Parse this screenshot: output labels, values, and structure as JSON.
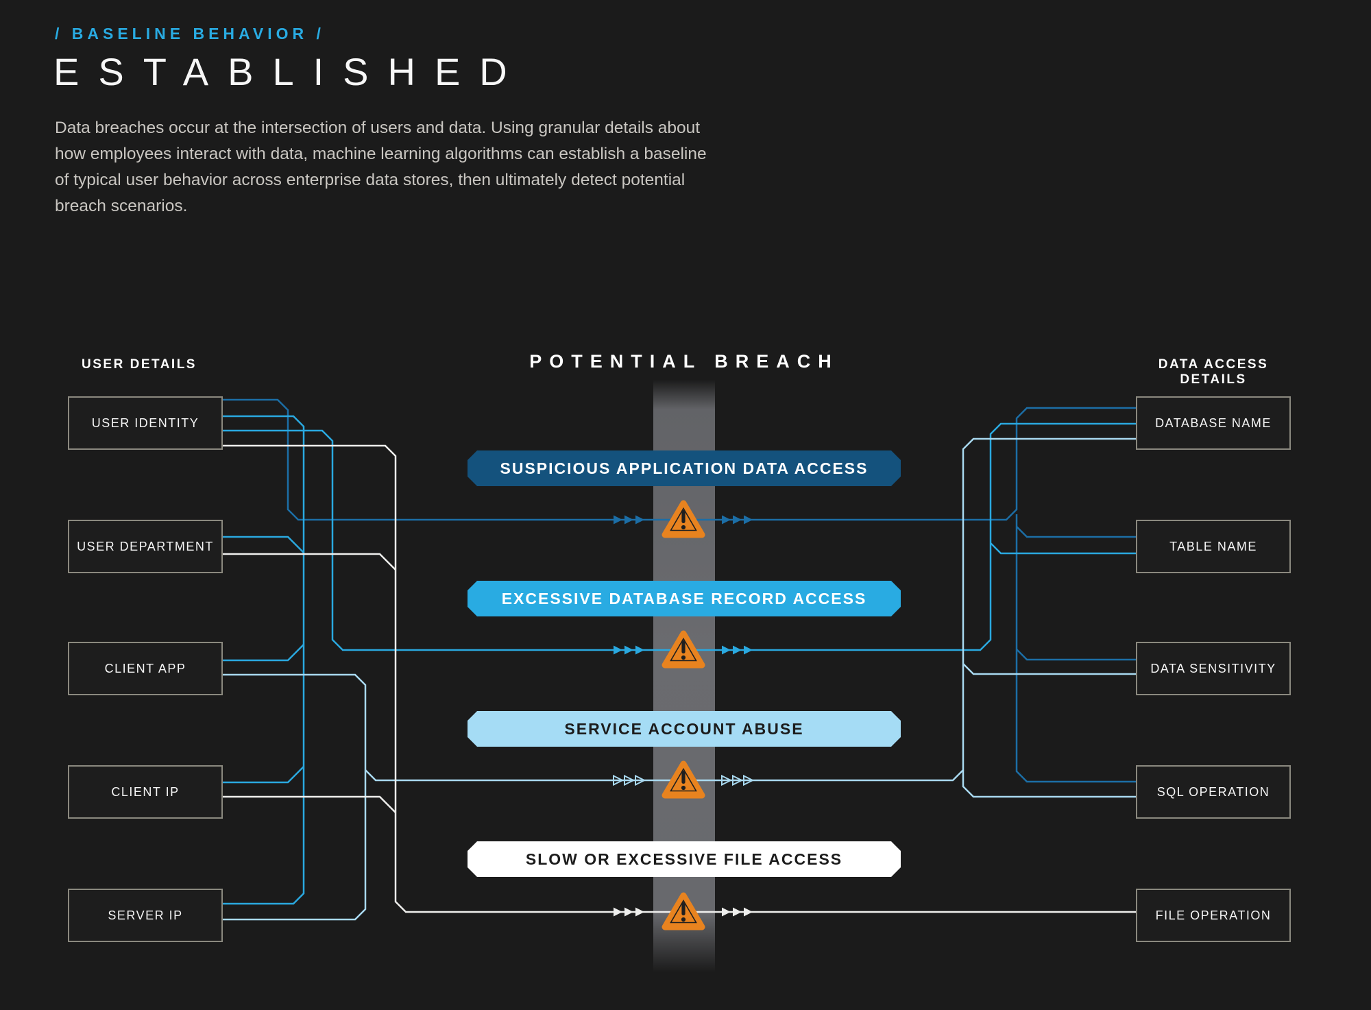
{
  "header": {
    "tagline": "/ BASELINE BEHAVIOR /",
    "title": "ESTABLISHED",
    "description": "Data breaches occur at the intersection of users and data. Using granular details about how employees interact with data, machine learning algorithms can establish a baseline of typical user behavior across enterprise data stores, then ultimately detect potential breach scenarios."
  },
  "columns": {
    "left_header": "USER DETAILS",
    "center_header": "POTENTIAL BREACH",
    "right_header": "DATA ACCESS DETAILS"
  },
  "user_details": [
    "USER IDENTITY",
    "USER DEPARTMENT",
    "CLIENT APP",
    "CLIENT IP",
    "SERVER IP"
  ],
  "data_access_details": [
    "DATABASE NAME",
    "TABLE NAME",
    "DATA SENSITIVITY",
    "SQL OPERATION",
    "FILE OPERATION"
  ],
  "breach_scenarios": [
    {
      "label": "SUSPICIOUS APPLICATION DATA ACCESS",
      "bg": "#14527d",
      "fg": "#ffffff"
    },
    {
      "label": "EXCESSIVE DATABASE RECORD ACCESS",
      "bg": "#29abe2",
      "fg": "#ffffff"
    },
    {
      "label": "SERVICE ACCOUNT ABUSE",
      "bg": "#a5dcf5",
      "fg": "#1c1c1c"
    },
    {
      "label": "SLOW OR EXCESSIVE FILE ACCESS",
      "bg": "#ffffff",
      "fg": "#1c1c1c"
    }
  ],
  "icons": {
    "warning": "warning-triangle-icon",
    "flow_arrows": "flow-arrowheads-icon"
  },
  "colors": {
    "accent_blue": "#29abe2",
    "trace_dark": "#1c6ea6",
    "trace_medium": "#2aa9e0",
    "trace_light": "#a9d9f0",
    "trace_white": "#efefed",
    "warning_orange": "#e8831f",
    "glyph_dark": "#1f1f1f",
    "band_gray": "#6a6b6f",
    "box_border": "#8b897f",
    "background": "#1b1b1b"
  }
}
